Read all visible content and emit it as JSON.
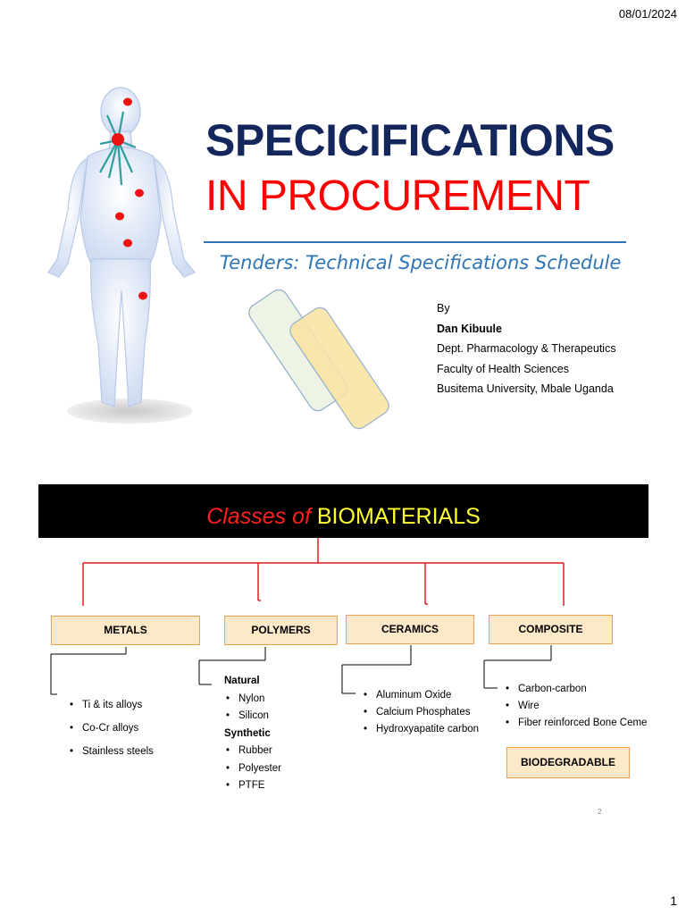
{
  "header": {
    "date": "08/01/2024"
  },
  "slide1": {
    "title_line1": "SPECICIFICATIONS",
    "title_line2": "IN PROCUREMENT",
    "subtitle": "Tenders: Technical Specifications Schedule",
    "author": {
      "by": "By",
      "name": "Dan Kibuule",
      "dept": "Dept. Pharmacology & Therapeutics",
      "faculty": "Faculty of Health Sciences",
      "university": "Busitema University, Mbale Uganda"
    },
    "colors": {
      "title_navy": "#14275c",
      "title_red": "#ff0000",
      "accent_blue": "#2e75b6"
    }
  },
  "slide2": {
    "banner": {
      "part1": "Classes of ",
      "part2": "BIOMATERIALS"
    },
    "categories": {
      "metals": {
        "label": "METALS",
        "items": [
          "Ti & its alloys",
          "Co-Cr alloys",
          "Stainless steels"
        ]
      },
      "polymers": {
        "label": "POLYMERS",
        "natural_label": "Natural",
        "natural": [
          "Nylon",
          "Silicon"
        ],
        "synthetic_label": "Synthetic",
        "synthetic": [
          "Rubber",
          "Polyester",
          "PTFE"
        ]
      },
      "ceramics": {
        "label": "CERAMICS",
        "items": [
          "Aluminum Oxide",
          "Calcium Phosphates",
          "Hydroxyapatite carbon"
        ]
      },
      "composite": {
        "label": "COMPOSITE",
        "items": [
          "Carbon-carbon",
          "Wire",
          "Fiber reinforced Bone Ceme"
        ]
      }
    },
    "biodegradable": "BIODEGRADABLE",
    "slide_number": "2"
  },
  "footer": {
    "page": "1"
  }
}
